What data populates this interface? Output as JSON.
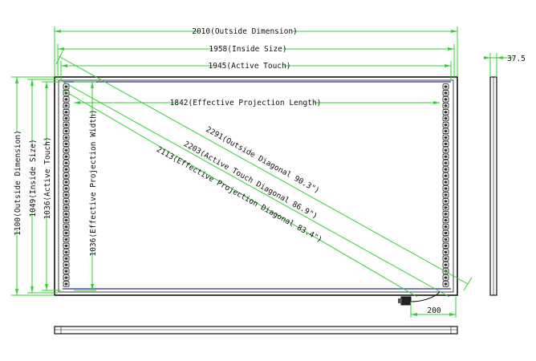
{
  "colors": {
    "dimension_line": "#2fd12f",
    "outline": "#111111",
    "inner_edge": "#2a2aa8",
    "background": "#ffffff"
  },
  "horizontal_dimensions": {
    "outside": "2010(Outside Dimension)",
    "inside": "1958(Inside Size)",
    "active": "1945(Active Touch)",
    "projection_length": "1842(Effective Projection Length)"
  },
  "vertical_dimensions": {
    "outside": "1100(Outside Dimension)",
    "inside": "1049(Inside Size)",
    "active": "1036(Active Touch)",
    "projection_width": "1036(Effective Projection Width)"
  },
  "diagonals": {
    "outside": "2291(Outside Diagonal 90.3\")",
    "active": "2203(Active Touch Diagonal 86.9\")",
    "projection": "2113(Effective Projection Diagonal 83.4\")"
  },
  "depth_label": "37.5",
  "cable_label": "200",
  "icons": [
    "sensor-strip-icon",
    "usb-connector-icon"
  ]
}
